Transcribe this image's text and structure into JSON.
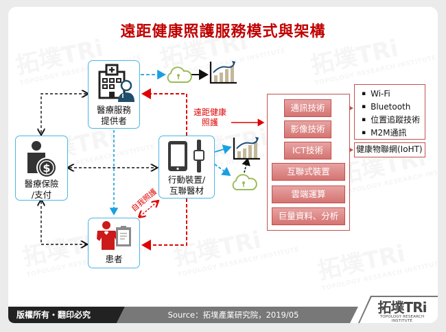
{
  "title": "遠距健康照護服務模式與架構",
  "nodes": {
    "provider": {
      "label_line1": "醫療服務",
      "label_line2": "提供者",
      "icon": "hospital-doctor-icon"
    },
    "insurance": {
      "label_line1": "醫療保險",
      "label_line2": "/支付",
      "icon": "person-dollar-icon"
    },
    "device": {
      "label_line1": "行動裝置/",
      "label_line2": "互聯醫材",
      "icon": "tablet-smartwatch-icon"
    },
    "patient": {
      "label": "患者",
      "icon": "patient-clipboard-icon"
    }
  },
  "annotations": {
    "remote_care_line1": "遠距健康",
    "remote_care_line2": "照護",
    "self_care": "自我照護"
  },
  "technologies": {
    "items": [
      {
        "label": "通訊技術",
        "width": "narrow"
      },
      {
        "label": "影像技術",
        "width": "narrow"
      },
      {
        "label": "ICT技術",
        "width": "narrow"
      },
      {
        "label": "互聯式裝置",
        "width": "wide"
      },
      {
        "label": "雲端運算",
        "width": "wide"
      },
      {
        "label": "巨量資料、分析",
        "width": "wide"
      }
    ]
  },
  "comm_tech_list": [
    "Wi-Fi",
    "Bluetooth",
    "位置追蹤技術",
    "M2M通訊"
  ],
  "ict_result": "健康物聯網(IoHT)",
  "footer": {
    "copyright": "版權所有・翻印必究",
    "source": "Source：拓墣產業研究院，2019/05",
    "logo_main": "拓墣TRi",
    "logo_sub": "TOPOLOGY RESEARCH INSTITUTE"
  },
  "watermark": {
    "main": "拓墣TRi",
    "sub": "TOPOLOGY RESEARCH INSTITUTE"
  },
  "colors": {
    "title_red": "#c00000",
    "node_border_blue": "#4ab4e6",
    "tech_border_red": "#c0504d",
    "tech_fill": "#d98886",
    "annotation_red": "#e00000",
    "cloud_green": "#9bbb59",
    "chart_bar_tan": "#c4b89a",
    "footer_dark": "#222222",
    "footer_gray": "#777777"
  }
}
